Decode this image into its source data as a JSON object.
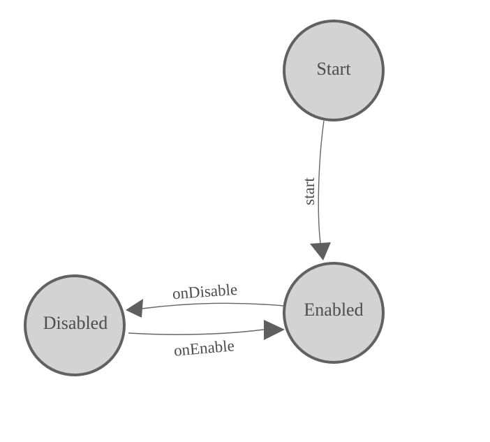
{
  "diagram": {
    "type": "state-machine",
    "colors": {
      "background": "#ffffff",
      "node_fill": "#d3d3d3",
      "node_stroke": "#616161",
      "edge_stroke": "#666666",
      "arrow_fill": "#5f5f5f",
      "label_color": "#4d4d4d"
    },
    "nodes": [
      {
        "id": "start",
        "label": "Start"
      },
      {
        "id": "enabled",
        "label": "Enabled"
      },
      {
        "id": "disabled",
        "label": "Disabled"
      }
    ],
    "edges": [
      {
        "from": "start",
        "to": "enabled",
        "label": "start"
      },
      {
        "from": "enabled",
        "to": "disabled",
        "label": "onDisable"
      },
      {
        "from": "disabled",
        "to": "enabled",
        "label": "onEnable"
      }
    ]
  }
}
